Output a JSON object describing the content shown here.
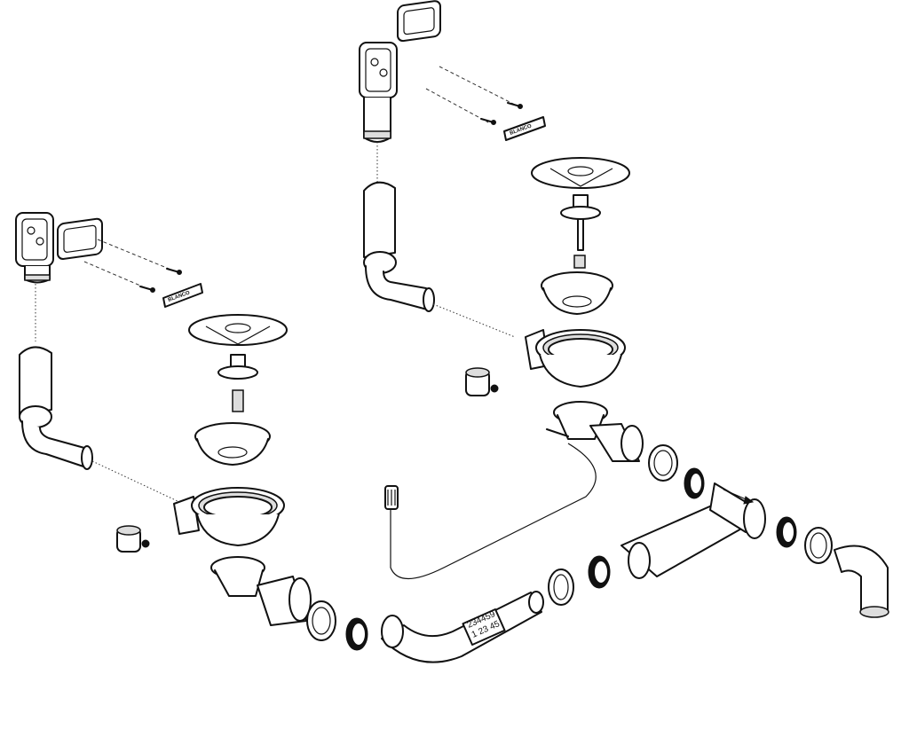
{
  "title": "Sink waste and overflow assembly exploded view",
  "brand_plates": [
    "BLANCO",
    "BLANCO"
  ],
  "pipe_label": {
    "line1": "234459",
    "line2": "1 23 45"
  }
}
